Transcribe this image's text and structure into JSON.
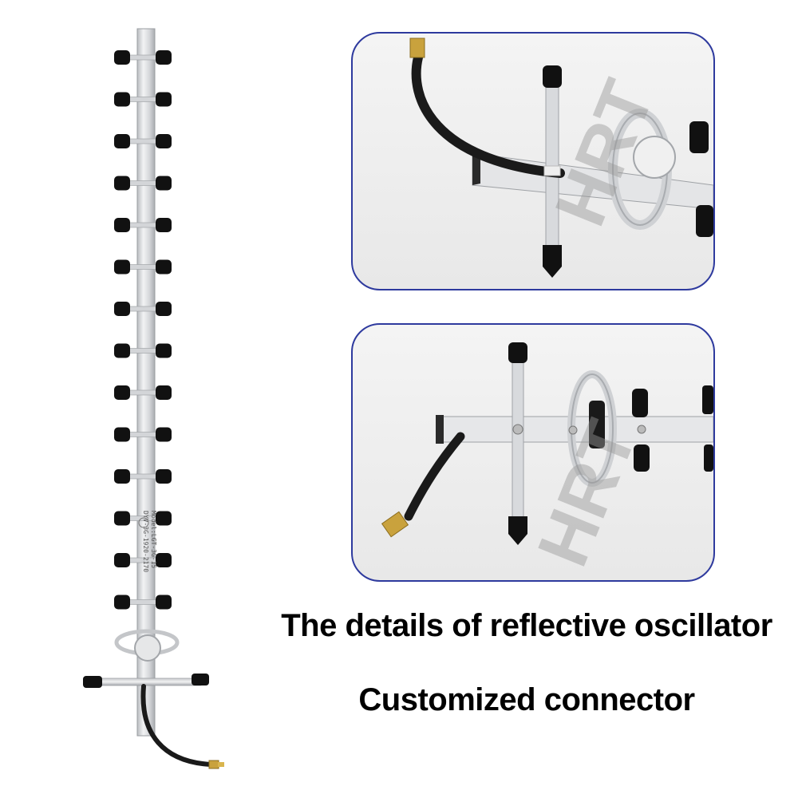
{
  "captions": {
    "reflective": "The details of reflective oscillator",
    "connector": "Customized connector"
  },
  "watermark": "HRT",
  "boom_label": {
    "line1": "Model:LGT-3G-15",
    "line2": "DYV-3G-1920-2170"
  },
  "colors": {
    "panel_border": "#2e3a9e",
    "aluminum": "#d7d9dc",
    "cap": "#111111",
    "text": "#000000"
  },
  "icons": [
    "yagi-antenna-icon",
    "reflector-ring-icon",
    "sma-connector-icon",
    "coax-cable-icon"
  ]
}
